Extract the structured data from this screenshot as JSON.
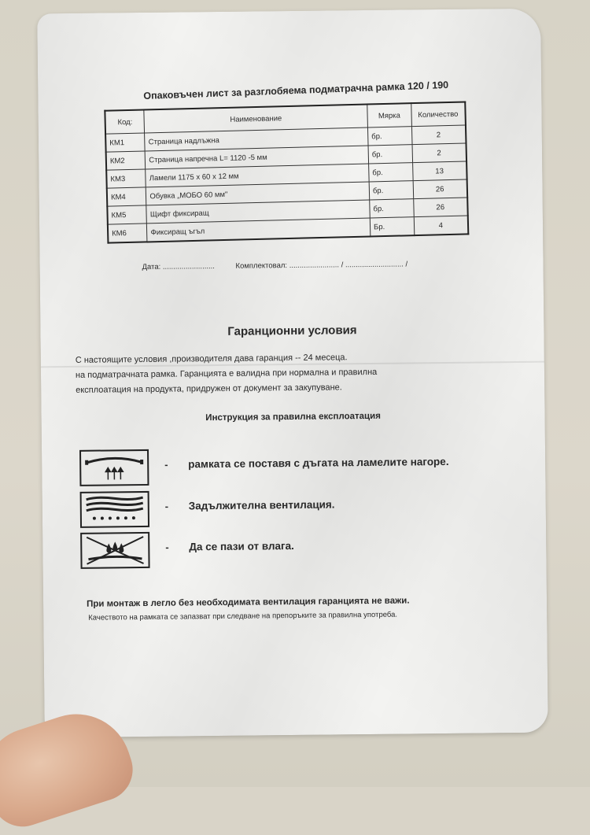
{
  "document": {
    "title": "Опаковъчен лист за разглобяема подматрачна рамка 120 / 190",
    "table": {
      "headers": {
        "code": "Код:",
        "name": "Наименование",
        "unit": "Мярка",
        "qty": "Количество"
      },
      "rows": [
        {
          "code": "КМ1",
          "name": "Страница надлъжна",
          "unit": "бр.",
          "qty": "2"
        },
        {
          "code": "КМ2",
          "name": "Страница напречна L= 1120 -5 мм",
          "unit": "бр.",
          "qty": "2"
        },
        {
          "code": "КМ3",
          "name": "Ламели 1175 x  60 x 12 мм",
          "unit": "бр.",
          "qty": "13"
        },
        {
          "code": "КМ4",
          "name": "Обувка „МОБО 60 мм\"",
          "unit": "бр.",
          "qty": "26"
        },
        {
          "code": "КМ5",
          "name": "Щифт фиксиращ",
          "unit": "бр.",
          "qty": "26"
        },
        {
          "code": "КМ6",
          "name": "Фиксиращ ъгъл",
          "unit": "Бр.",
          "qty": "4"
        }
      ]
    },
    "date_label": "Дата: .........................",
    "assembled_label": "Комплектовал: ........................ / ............................ /",
    "warranty_heading": "Гаранционни условия",
    "warranty_lines": [
      "С настоящите условия ,производителя дава гаранция  -- 24 месеца.",
      "на подматрачната рамка. Гаранцията е валидна при нормална и правилна",
      "експлоатация на продукта, придружен от документ за закупуване."
    ],
    "instructions_heading": "Инструкция за правилна експлоатация",
    "instructions": [
      {
        "icon": "slats-arrows-up-icon",
        "dash": "-",
        "text": "рамката се поставя с дъгата на ламелите нагоре."
      },
      {
        "icon": "ventilation-icon",
        "dash": "-",
        "text": "Задължителна вентилация."
      },
      {
        "icon": "no-moisture-icon",
        "dash": "-",
        "text": "Да се пази от влага."
      }
    ],
    "warning_bold": "При монтаж в легло без необходимата вентилация гаранцията не важи.",
    "warning_small": "Качеството на рамката се запазват при следване на препоръките за правилна употреба."
  }
}
